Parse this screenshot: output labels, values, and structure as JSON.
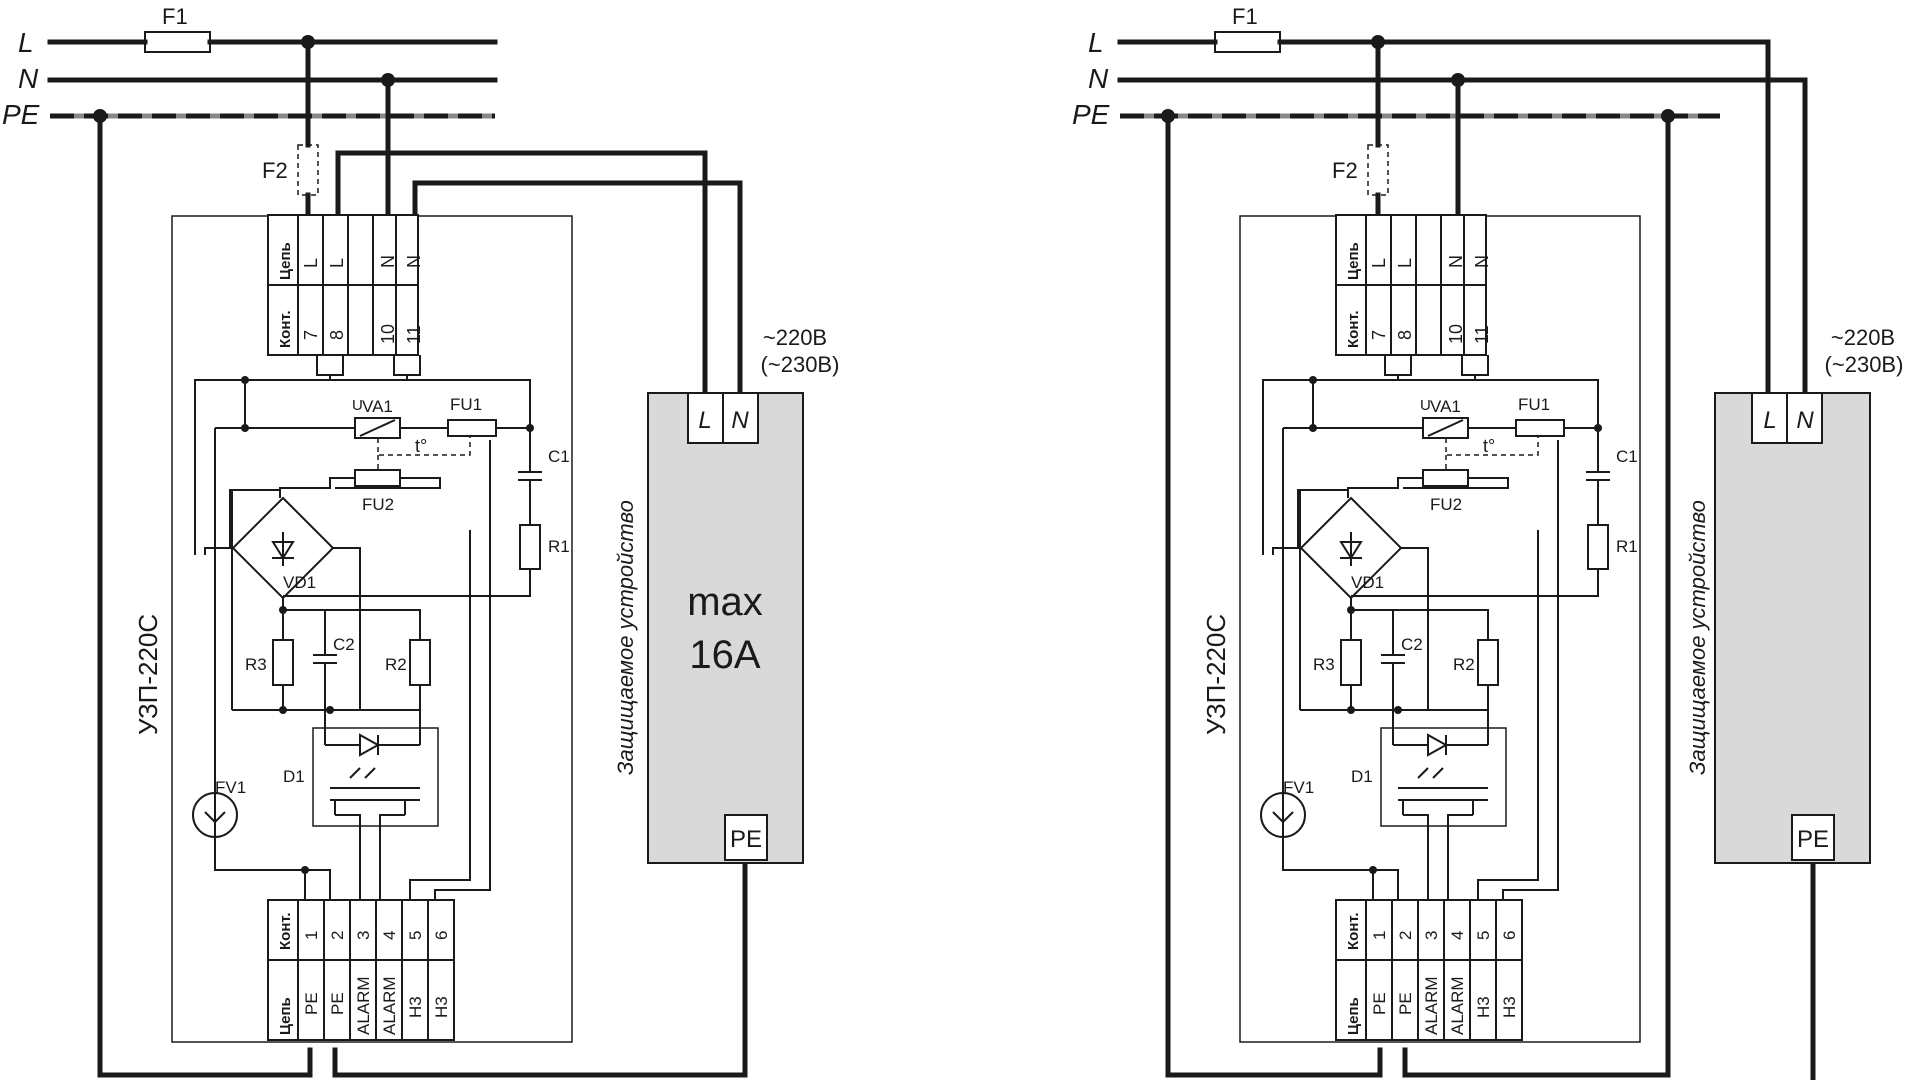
{
  "bus": {
    "l": "L",
    "n": "N",
    "pe": "PE"
  },
  "fuses": {
    "f1": "F1",
    "f2": "F2"
  },
  "relay": {
    "model": "УЗП-220С",
    "top_terminals": {
      "row1_label": "Цепь",
      "row2_label": "Конт.",
      "row1": [
        "L",
        "L",
        "N",
        "N"
      ],
      "row2": [
        "7",
        "8",
        "10",
        "11"
      ]
    },
    "bottom_terminals": {
      "row1_label": "Конт.",
      "row2_label": "Цепь",
      "row1": [
        "1",
        "2",
        "3",
        "4",
        "5",
        "6"
      ],
      "row2": [
        "PE",
        "PE",
        "ALARM",
        "ALARM",
        "Н3",
        "Н3"
      ]
    }
  },
  "components": {
    "va1": "VA1",
    "u": "U",
    "fu1": "FU1",
    "fu2": "FU2",
    "temp": "t°",
    "c1": "C1",
    "c2": "C2",
    "r1": "R1",
    "r2": "R2",
    "r3": "R3",
    "vd1": "VD1",
    "d1": "D1",
    "fv1": "FV1"
  },
  "device": {
    "voltage": "~220В",
    "voltage_alt": "(~230В)",
    "l": "L",
    "n": "N",
    "pe": "PE",
    "side_label": "Защищаемое устройство",
    "max_line1": "max",
    "max_line2": "16А"
  }
}
